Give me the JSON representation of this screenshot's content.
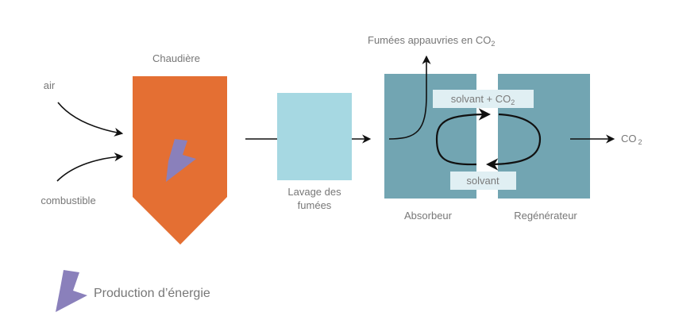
{
  "labels": {
    "boiler": "Chaudière",
    "air": "air",
    "fuel": "combustible",
    "washing_line1": "Lavage des",
    "washing_line2": "fumées",
    "absorber": "Absorbeur",
    "regenerator": "Regénérateur",
    "depleted_fumes": "Fumées appauvries en CO",
    "depleted_fumes_sub": "2",
    "solvent_co2": "solvant + CO",
    "solvent_co2_sub": "2",
    "solvent": "solvant",
    "co2_out": "CO",
    "co2_out_sub": "2"
  },
  "legend": {
    "energy": "Production d’énergie",
    "icon": "lightning-icon"
  },
  "colors": {
    "boiler": "#e46f33",
    "lightning": "#8a80bb",
    "washing": "#a6d8e2",
    "columns": "#72a5b2",
    "tag_bg": "#e0eff3",
    "text": "#777777"
  }
}
